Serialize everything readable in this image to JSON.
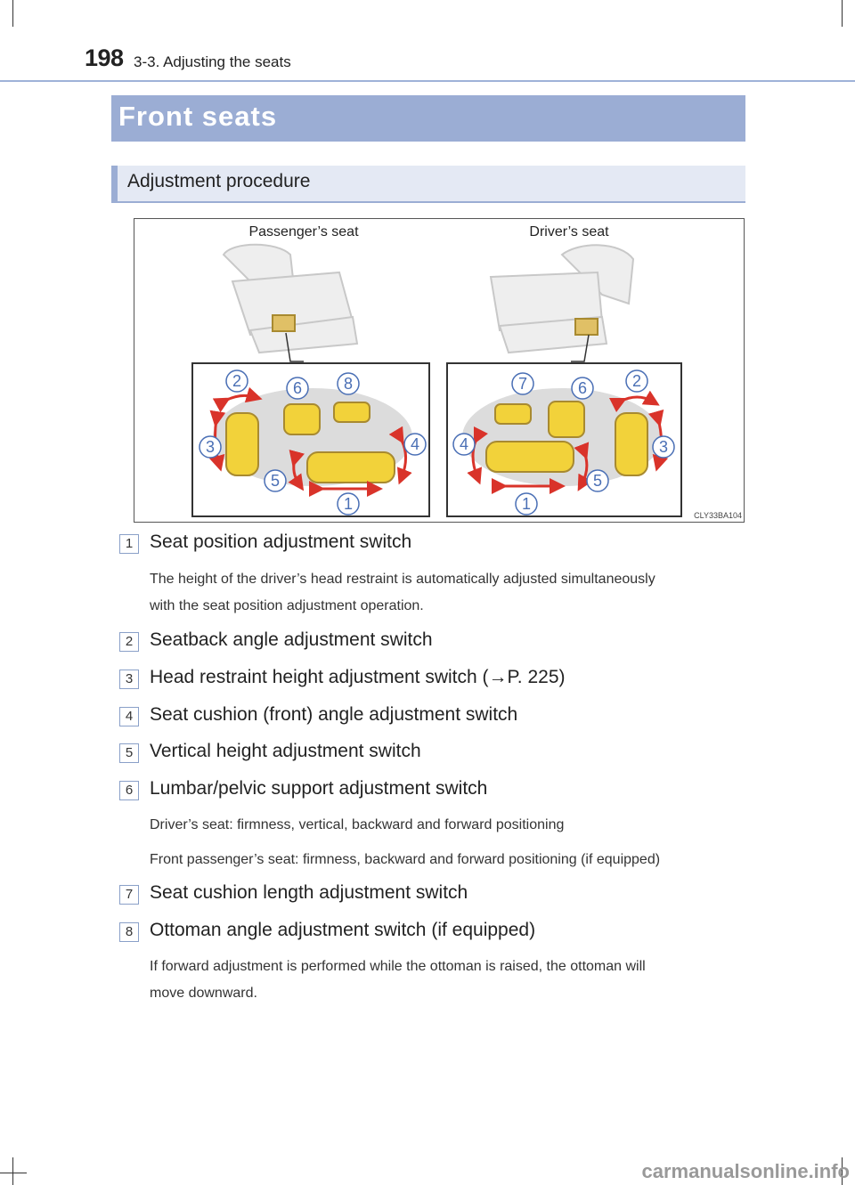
{
  "header": {
    "page_number": "198",
    "section": "3-3. Adjusting the seats"
  },
  "title": "Front seats",
  "subtitle": "Adjustment procedure",
  "figure": {
    "passenger_label": "Passenger’s seat",
    "driver_label": "Driver’s seat",
    "code": "CLY33BA104",
    "passenger_callouts": [
      "2",
      "6",
      "8",
      "3",
      "4",
      "5",
      "1"
    ],
    "driver_callouts": [
      "7",
      "6",
      "2",
      "4",
      "3",
      "5",
      "1"
    ]
  },
  "items": [
    {
      "number": "1",
      "title": "Seat position adjustment switch",
      "notes": [
        "The height of the driver’s head restraint is automatically adjusted simultaneously",
        "with the seat position adjustment operation."
      ]
    },
    {
      "number": "2",
      "title": "Seatback angle adjustment switch",
      "notes": []
    },
    {
      "number": "3",
      "title": "Head restraint height adjustment switch (→P. 225)",
      "notes": []
    },
    {
      "number": "4",
      "title": "Seat cushion (front) angle adjustment switch",
      "notes": []
    },
    {
      "number": "5",
      "title": "Vertical height adjustment switch",
      "notes": []
    },
    {
      "number": "6",
      "title": "Lumbar/pelvic support adjustment switch",
      "notes": [
        "Driver’s seat: firmness, vertical, backward and forward positioning",
        "Front passenger’s seat: firmness, backward and forward positioning (if equipped)"
      ]
    },
    {
      "number": "7",
      "title": "Seat cushion length adjustment switch",
      "notes": []
    },
    {
      "number": "8",
      "title": "Ottoman angle adjustment switch (if equipped)",
      "notes": [
        "If forward adjustment is performed while the ottoman is raised, the ottoman will",
        "move downward."
      ]
    }
  ],
  "footer": "carmanualsonline.info",
  "colors": {
    "title_bar": "#9badd4",
    "sub_bar": "#e4e9f4",
    "switch_yellow": "#f2d23a",
    "arrow_red": "#d9332a",
    "callout_blue": "#4a6fb5"
  }
}
